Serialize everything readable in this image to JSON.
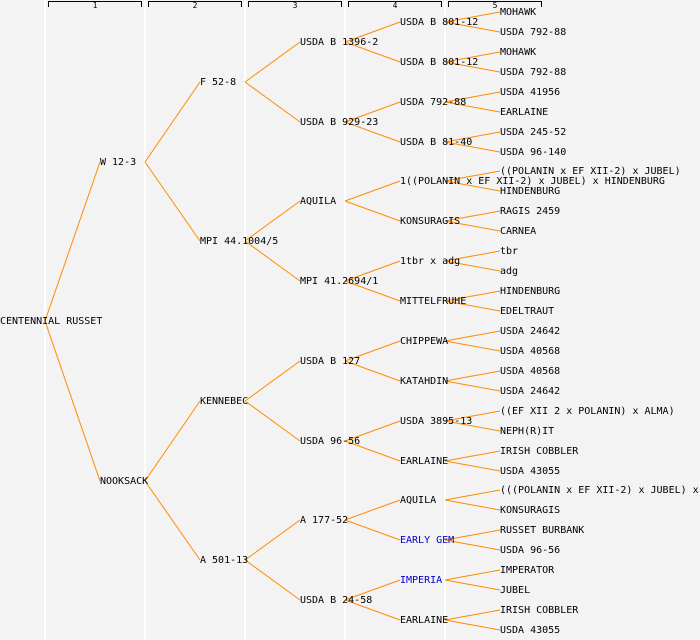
{
  "colors": {
    "line": "#ff8c00",
    "text": "#000000",
    "link": "#0000cc",
    "background": "#f3f3f3"
  },
  "generation_headers": [
    "1",
    "2",
    "3",
    "4",
    "5"
  ],
  "pedigree": {
    "name": "CENTENNIAL RUSSET",
    "children": [
      {
        "name": "W 12-3",
        "children": [
          {
            "name": "F 52-8",
            "children": [
              {
                "name": "USDA B 1396-2",
                "children": [
                  {
                    "name": "USDA B 801-12",
                    "children": [
                      {
                        "name": "MOHAWK"
                      },
                      {
                        "name": "USDA 792-88"
                      }
                    ]
                  },
                  {
                    "name": "USDA B 801-12",
                    "children": [
                      {
                        "name": "MOHAWK"
                      },
                      {
                        "name": "USDA 792-88"
                      }
                    ]
                  }
                ]
              },
              {
                "name": "USDA B 929-23",
                "children": [
                  {
                    "name": "USDA 792-88",
                    "children": [
                      {
                        "name": "USDA 41956"
                      },
                      {
                        "name": "EARLAINE"
                      }
                    ]
                  },
                  {
                    "name": "USDA B 81-40",
                    "children": [
                      {
                        "name": "USDA 245-52"
                      },
                      {
                        "name": "USDA 96-140"
                      }
                    ]
                  }
                ]
              }
            ]
          },
          {
            "name": "MPI 44.1004/5",
            "children": [
              {
                "name": "AQUILA",
                "children": [
                  {
                    "name": "1((POLANIN x EF XII-2) x JUBEL) x HINDENBURG",
                    "children": [
                      {
                        "name": "((POLANIN x EF XII-2) x JUBEL)"
                      },
                      {
                        "name": "HINDENBURG"
                      }
                    ]
                  },
                  {
                    "name": "KONSURAGIS",
                    "children": [
                      {
                        "name": "RAGIS 2459"
                      },
                      {
                        "name": "CARNEA"
                      }
                    ]
                  }
                ]
              },
              {
                "name": "MPI 41.2694/1",
                "children": [
                  {
                    "name": "1tbr x adg",
                    "children": [
                      {
                        "name": "tbr"
                      },
                      {
                        "name": "adg"
                      }
                    ]
                  },
                  {
                    "name": "MITTELFRUHE",
                    "children": [
                      {
                        "name": "HINDENBURG"
                      },
                      {
                        "name": "EDELTRAUT"
                      }
                    ]
                  }
                ]
              }
            ]
          }
        ]
      },
      {
        "name": "NOOKSACK",
        "children": [
          {
            "name": "KENNEBEC",
            "children": [
              {
                "name": "USDA B 127",
                "children": [
                  {
                    "name": "CHIPPEWA",
                    "children": [
                      {
                        "name": "USDA 24642"
                      },
                      {
                        "name": "USDA 40568"
                      }
                    ]
                  },
                  {
                    "name": "KATAHDIN",
                    "children": [
                      {
                        "name": "USDA 40568"
                      },
                      {
                        "name": "USDA 24642"
                      }
                    ]
                  }
                ]
              },
              {
                "name": "USDA 96-56",
                "children": [
                  {
                    "name": "USDA 3895-13",
                    "children": [
                      {
                        "name": "((EF XII 2 x POLANIN) x ALMA)"
                      },
                      {
                        "name": "NEPH(R)IT"
                      }
                    ]
                  },
                  {
                    "name": "EARLAINE",
                    "children": [
                      {
                        "name": "IRISH COBBLER"
                      },
                      {
                        "name": "USDA 43055"
                      }
                    ]
                  }
                ]
              }
            ]
          },
          {
            "name": "A 501-13",
            "children": [
              {
                "name": "A 177-52",
                "children": [
                  {
                    "name": "AQUILA",
                    "children": [
                      {
                        "name": "(((POLANIN x EF XII-2) x JUBEL) x"
                      },
                      {
                        "name": "KONSURAGIS"
                      }
                    ]
                  },
                  {
                    "name": "EARLY GEM",
                    "link": true,
                    "children": [
                      {
                        "name": "RUSSET BURBANK"
                      },
                      {
                        "name": "USDA 96-56"
                      }
                    ]
                  }
                ]
              },
              {
                "name": "USDA B 24-58",
                "children": [
                  {
                    "name": "IMPERIA",
                    "link": true,
                    "children": [
                      {
                        "name": "IMPERATOR"
                      },
                      {
                        "name": "JUBEL"
                      }
                    ]
                  },
                  {
                    "name": "EARLAINE",
                    "children": [
                      {
                        "name": "IRISH COBBLER"
                      },
                      {
                        "name": "USDA 43055"
                      }
                    ]
                  }
                ]
              }
            ]
          }
        ]
      }
    ]
  }
}
